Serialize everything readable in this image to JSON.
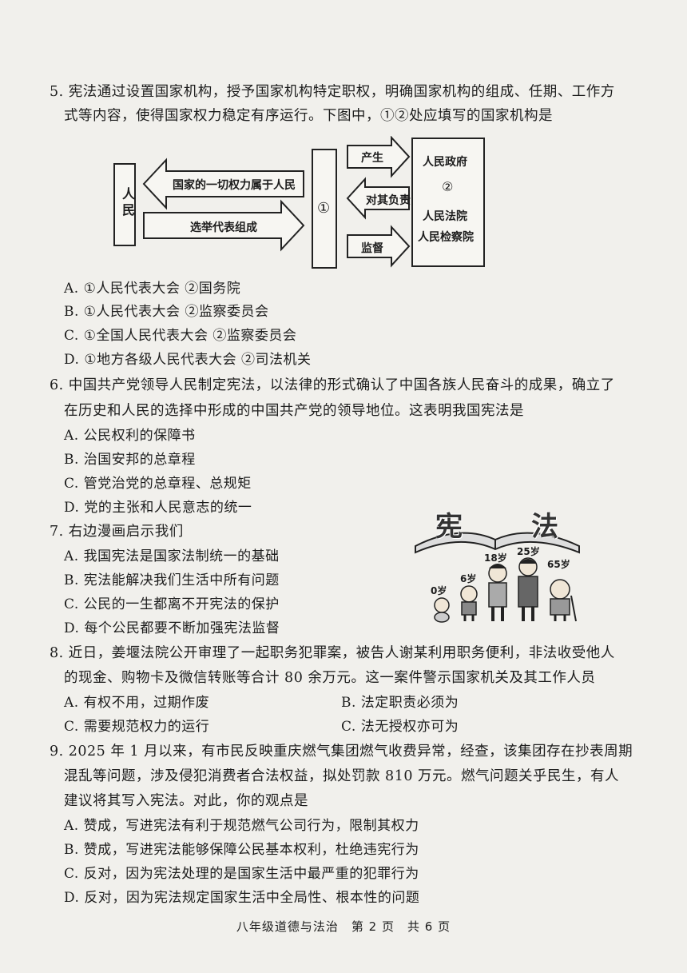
{
  "q5": {
    "line1": "5. 宪法通过设置国家机构，授予国家机构特定职权，明确国家机构的组成、任期、工作方",
    "line2": "式等内容，使得国家权力稳定有序运行。下图中，①②处应填写的国家机构是",
    "diagram": {
      "people": "人民",
      "arrow_left": "国家的一切权力属于人民",
      "arrow_right": "选举代表组成",
      "center": "①",
      "arrow_produce": "产生",
      "arrow_responsible": "对其负责",
      "arrow_supervise": "监督",
      "right_line1": "人民政府",
      "right_line2": "②",
      "right_line3": "人民法院",
      "right_line4": "人民检察院"
    },
    "options": [
      "A. ①人民代表大会 ②国务院",
      "B. ①人民代表大会 ②监察委员会",
      "C. ①全国人民代表大会 ②监察委员会",
      "D. ①地方各级人民代表大会 ②司法机关"
    ]
  },
  "q6": {
    "line1": "6. 中国共产党领导人民制定宪法，以法律的形式确认了中国各族人民奋斗的成果，确立了",
    "line2": "在历史和人民的选择中形成的中国共产党的领导地位。这表明我国宪法是",
    "options": [
      "A. 公民权利的保障书",
      "B. 治国安邦的总章程",
      "C. 管党治党的总章程、总规矩",
      "D. 党的主张和人民意志的统一"
    ]
  },
  "q7": {
    "line1": "7. 右边漫画启示我们",
    "options": [
      "A. 我国宪法是国家法制统一的基础",
      "B. 宪法能解决我们生活中所有问题",
      "C. 公民的一生都离不开宪法的保护",
      "D. 每个公民都要不断加强宪法监督"
    ],
    "cartoon": {
      "title_left": "宪",
      "title_right": "法",
      "age0": "0岁",
      "age6": "6岁",
      "age18": "18岁",
      "age25": "25岁",
      "age65": "65岁"
    }
  },
  "q8": {
    "line1": "8. 近日，姜堰法院公开审理了一起职务犯罪案，被告人谢某利用职务便利，非法收受他人",
    "line2": "的现金、购物卡及微信转账等合计 80 余万元。这一案件警示国家机关及其工作人员",
    "optA": "A. 有权不用，过期作废",
    "optB": "B. 法定职责必须为",
    "optC": "C. 需要规范权力的运行",
    "optD": "C. 法无授权亦可为"
  },
  "q9": {
    "line1": "9. 2025 年 1 月以来，有市民反映重庆燃气集团燃气收费异常，经查，该集团存在抄表周期",
    "line2": "混乱等问题，涉及侵犯消费者合法权益，拟处罚款 810 万元。燃气问题关乎民生，有人",
    "line3": "建议将其写入宪法。对此，你的观点是",
    "options": [
      "A. 赞成，写进宪法有利于规范燃气公司行为，限制其权力",
      "B. 赞成，写进宪法能够保障公民基本权利，杜绝违宪行为",
      "C. 反对，因为宪法处理的是国家生活中最严重的犯罪行为",
      "D. 反对，因为宪法规定国家生活中全局性、根本性的问题"
    ]
  },
  "footer": "八年级道德与法治　第 2 页　共 6 页"
}
